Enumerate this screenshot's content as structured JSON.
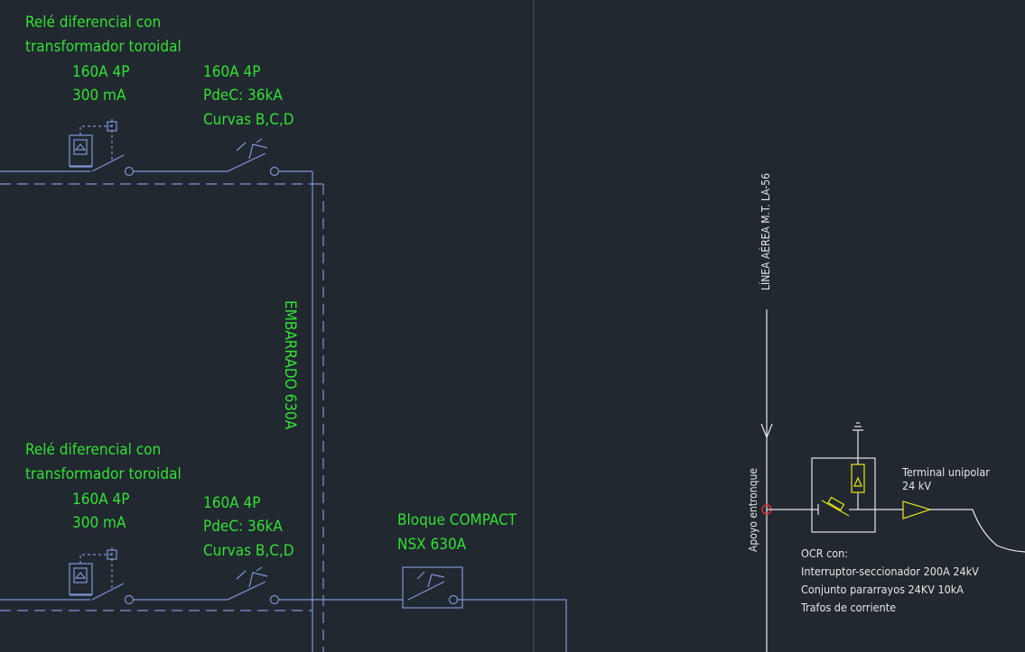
{
  "relay_top": {
    "line1": "Relé diferencial con",
    "line2": "transformador toroidal",
    "rating": "160A 4P",
    "sensitivity": "300 mA"
  },
  "breaker_top": {
    "rating": "160A 4P",
    "pdc": "PdeC: 36kA",
    "curves": "Curvas B,C,D"
  },
  "relay_bottom": {
    "line1": "Relé diferencial con",
    "line2": "transformador toroidal",
    "rating": "160A 4P",
    "sensitivity": "300 mA"
  },
  "breaker_bottom": {
    "rating": "160A 4P",
    "pdc": "PdeC: 36kA",
    "curves": "Curvas B,C,D"
  },
  "busbar": {
    "label": "EMBARRADO 630A"
  },
  "compact_block": {
    "line1": "Bloque COMPACT",
    "line2": "NSX 630A"
  },
  "mv_line": {
    "label": "LÍNEA AÉREA M.T. LA-56"
  },
  "pole": {
    "label": "Apoyo entronque"
  },
  "terminal": {
    "line1": "Terminal unipolar",
    "line2": "24 kV"
  },
  "ocr": {
    "title": "OCR con:",
    "item1": "Interruptor-seccionador 200A 24kV",
    "item2": "Conjunto pararrayos 24KV 10kA",
    "item3": "Trafos de corriente"
  },
  "colors": {
    "background": "#212830",
    "annotation_green": "#33e033",
    "wiring_blue": "#7f96d8",
    "mv_white": "#e6e6e6",
    "arrester_yellow": "#e6e61a",
    "pole_red": "#e03030"
  }
}
